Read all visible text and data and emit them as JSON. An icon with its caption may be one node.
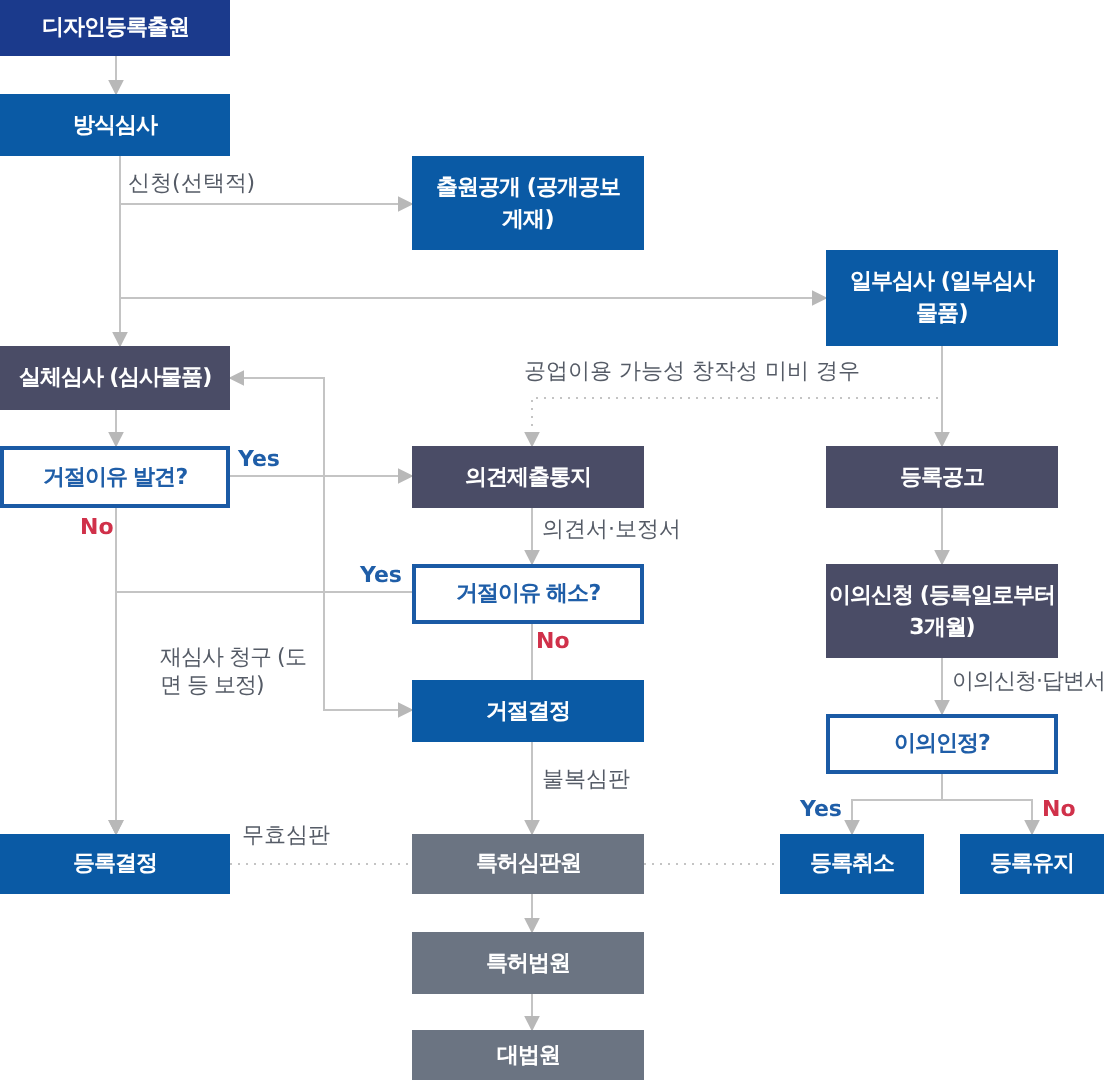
{
  "diagram": {
    "nodes": [
      {
        "text": [
          "디자인등록출원"
        ]
      },
      {
        "text": [
          "방식심사"
        ]
      },
      {
        "text": [
          "출원공개 (공개공보게재)"
        ]
      },
      {
        "text": [
          "일부심사 (일부심사물품)"
        ]
      },
      {
        "text": [
          "실체심사 (심사물품)"
        ]
      },
      {
        "text": [
          "거절이유 발견?"
        ]
      },
      {
        "text": [
          "의견제출통지"
        ]
      },
      {
        "text": [
          "등록공고"
        ]
      },
      {
        "text": [
          "거절이유 해소?"
        ]
      },
      {
        "text": [
          "이의신청 (등록일로부터 3개월)"
        ]
      },
      {
        "text": [
          "거절결정"
        ]
      },
      {
        "text": [
          "이의인정?"
        ]
      },
      {
        "text": [
          "등록결정"
        ]
      },
      {
        "text": [
          "특허심판원"
        ]
      },
      {
        "text": [
          "등록취소"
        ]
      },
      {
        "text": [
          "등록유지"
        ]
      },
      {
        "text": [
          "특허법원"
        ]
      },
      {
        "text": [
          "대법원"
        ]
      }
    ],
    "edges": [
      {
        "from": 0,
        "to": 1,
        "arrow": "to"
      },
      {
        "from": 1,
        "to": 2,
        "arrow": "to",
        "label": "신청(선택적)"
      },
      {
        "from": 1,
        "to": 4,
        "arrow": "to"
      },
      {
        "from": 1,
        "to": 3,
        "arrow": "to"
      },
      {
        "from": 3,
        "to": 7,
        "arrow": "to"
      },
      {
        "from": 3,
        "to": 6,
        "arrow": "to",
        "label": "공업이용 가능성 창작성 미비 경우",
        "style": "dashed"
      },
      {
        "from": 4,
        "to": 5,
        "arrow": "to"
      },
      {
        "from": 5,
        "to": 6,
        "arrow": "to",
        "label": "Yes"
      },
      {
        "from": 5,
        "to": 12,
        "arrow": "to",
        "label": "No"
      },
      {
        "from": 6,
        "to": 8,
        "arrow": "to",
        "label": "의견서·보정서"
      },
      {
        "from": 8,
        "to": 12,
        "arrow": "to",
        "label": "Yes"
      },
      {
        "from": 8,
        "to": 10,
        "arrow": "none",
        "label": "No"
      },
      {
        "from": 10,
        "to": 4,
        "arrow": "both",
        "label": "재심사 청구 (도면 등 보정)"
      },
      {
        "from": 10,
        "to": 13,
        "arrow": "to",
        "label": "불복심판"
      },
      {
        "from": 12,
        "to": 13,
        "arrow": "none",
        "label": "무효심판",
        "style": "dashed"
      },
      {
        "from": 13,
        "to": 14,
        "arrow": "none",
        "style": "dashed"
      },
      {
        "from": 7,
        "to": 9,
        "arrow": "to"
      },
      {
        "from": 9,
        "to": 11,
        "arrow": "to",
        "label": "이의신청·답변서"
      },
      {
        "from": 11,
        "to": 14,
        "arrow": "to",
        "label": "Yes"
      },
      {
        "from": 11,
        "to": 15,
        "arrow": "to",
        "label": "No"
      },
      {
        "from": 13,
        "to": 16,
        "arrow": "to"
      },
      {
        "from": 16,
        "to": 17,
        "arrow": "to"
      }
    ]
  }
}
